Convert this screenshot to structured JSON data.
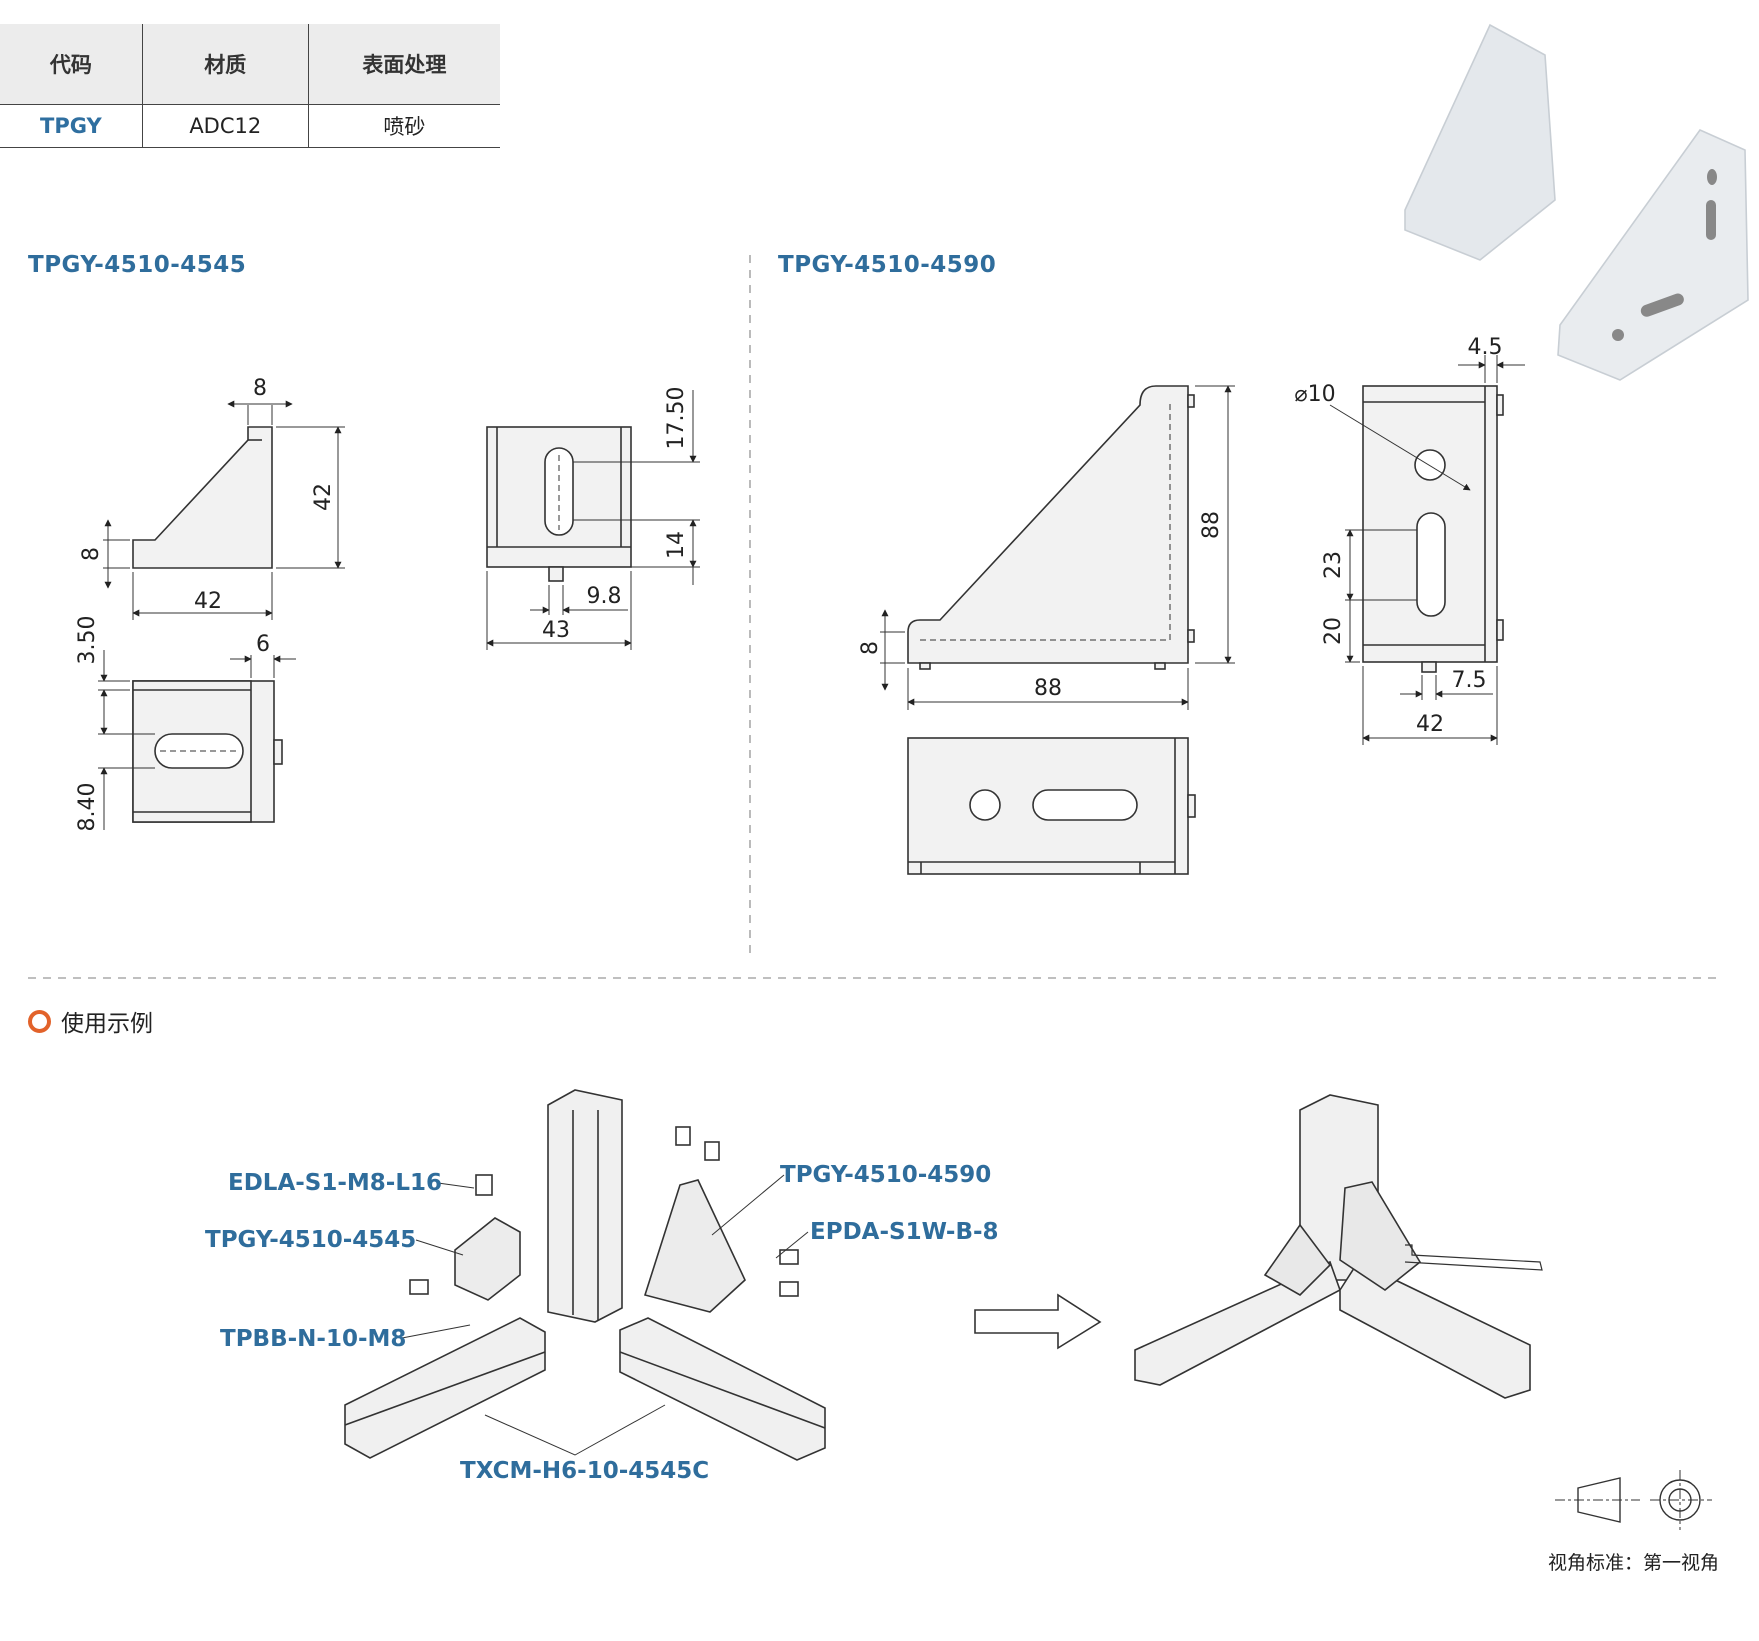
{
  "table": {
    "headers": [
      "代码",
      "材质",
      "表面处理"
    ],
    "row": [
      "TPGY",
      "ADC12",
      "喷砂"
    ]
  },
  "sections": {
    "left_title": "TPGY-4510-4545",
    "right_title": "TPGY-4510-4590",
    "usage_title": "使用示例"
  },
  "dims_4545": {
    "top": "8",
    "height": "42",
    "base": "8",
    "width": "42",
    "slot_top": "17.50",
    "slot_bottom": "14",
    "offset": "9.8",
    "front_width": "43",
    "top_gap": "3.50",
    "side": "6",
    "bottom_gap": "8.40"
  },
  "dims_4590": {
    "base": "8",
    "height": "88",
    "width": "88",
    "hole": "⌀10",
    "edge": "4.5",
    "slot": "23",
    "bottom": "20",
    "offset": "7.5",
    "front_width": "42"
  },
  "callouts": {
    "screw": "EDLA-S1-M8-L16",
    "bracket_small": "TPGY-4510-4545",
    "nut": "TPBB-N-10-M8",
    "bracket_large": "TPGY-4510-4590",
    "washer": "EPDA-S1W-B-8",
    "profile": "TXCM-H6-10-4545C"
  },
  "view_standard": "视角标准：第一视角",
  "colors": {
    "accent": "#2f6d9c",
    "ring": "#e2622a",
    "part_fill": "#f2f2f2",
    "line": "#333333"
  }
}
